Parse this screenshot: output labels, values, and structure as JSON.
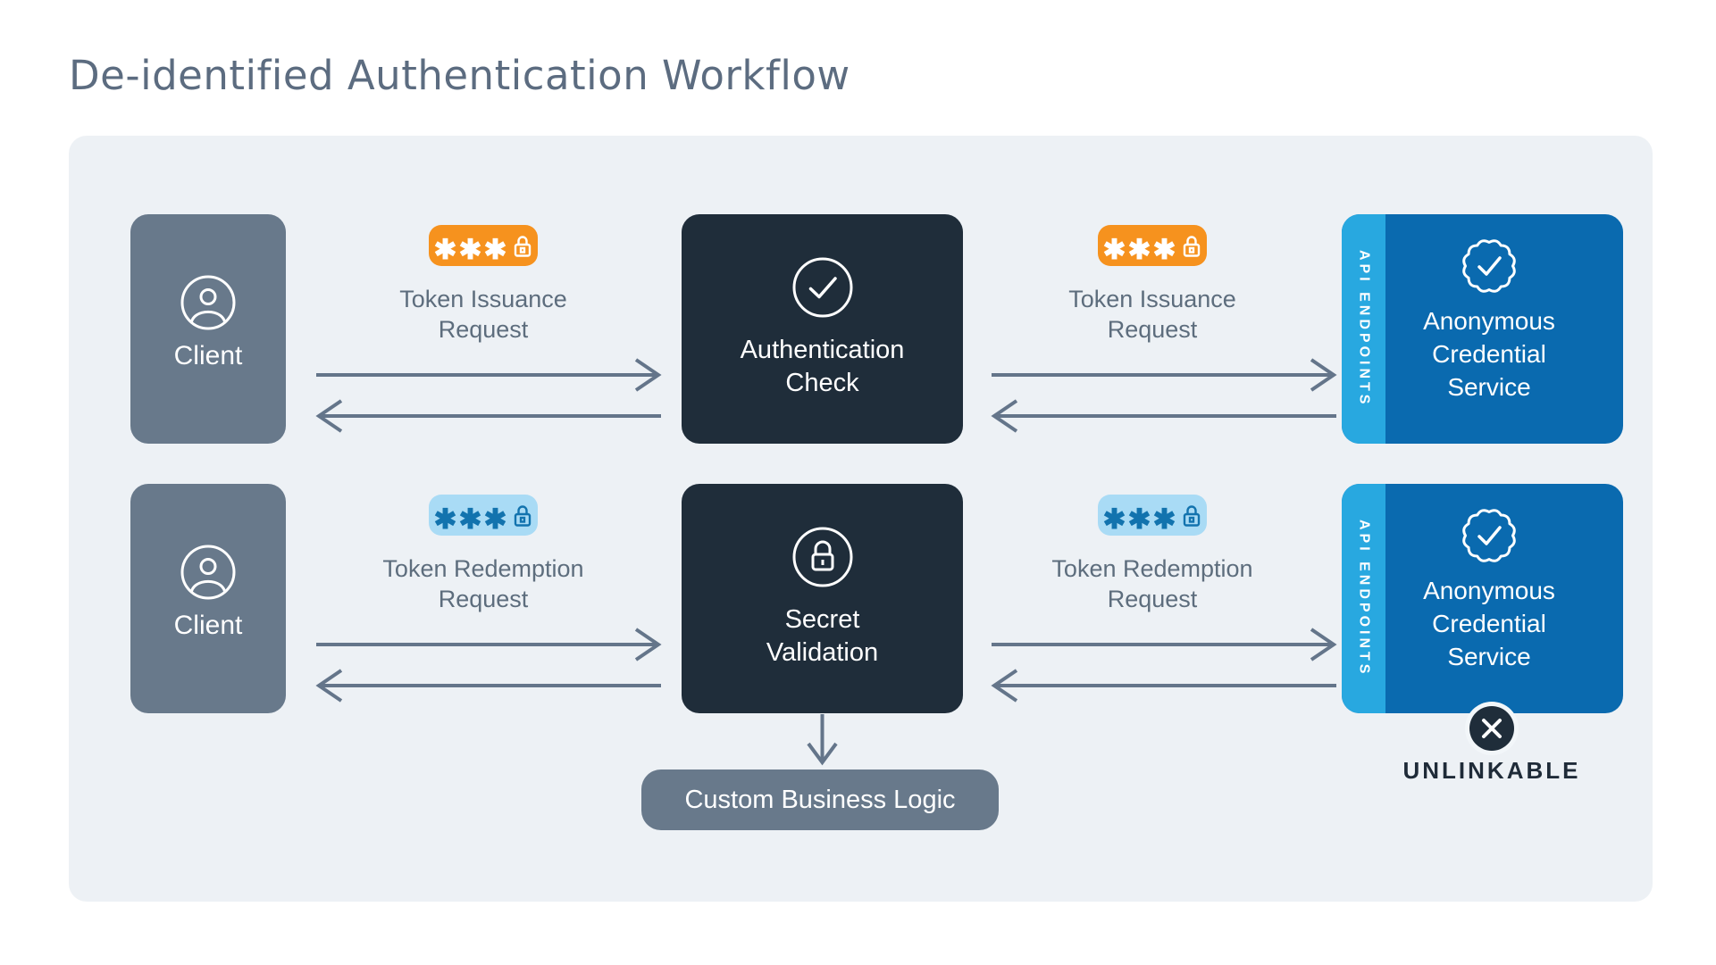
{
  "title": "De-identified Authentication Workflow",
  "colors": {
    "panel_background": "#EDF1F5",
    "client_gray": "#68798B",
    "processor_navy": "#1F2D3A",
    "service_blue": "#0A6AAF",
    "api_strip_cyan": "#28A8E0",
    "issuance_badge_orange": "#F6921E",
    "redemption_badge_lightblue": "#A9DBF5",
    "redemption_badge_glyph": "#1273AE",
    "arrow_slate": "#64758A",
    "label_slate": "#5D6D7D",
    "title_slate": "#5C6C80"
  },
  "rows": [
    {
      "client": {
        "label": "Client"
      },
      "request_left": {
        "line1": "Token Issuance",
        "line2": "Request",
        "badge_stars": "✱✱✱"
      },
      "processor": {
        "line1": "Authentication",
        "line2": "Check"
      },
      "request_right": {
        "line1": "Token Issuance",
        "line2": "Request",
        "badge_stars": "✱✱✱"
      },
      "service": {
        "strip": "API ENDPOINTS",
        "line1": "Anonymous",
        "line2": "Credential",
        "line3": "Service"
      }
    },
    {
      "client": {
        "label": "Client"
      },
      "request_left": {
        "line1": "Token Redemption",
        "line2": "Request",
        "badge_stars": "✱✱✱"
      },
      "processor": {
        "line1": "Secret",
        "line2": "Validation"
      },
      "request_right": {
        "line1": "Token Redemption",
        "line2": "Request",
        "badge_stars": "✱✱✱"
      },
      "service": {
        "strip": "API ENDPOINTS",
        "line1": "Anonymous",
        "line2": "Credential",
        "line3": "Service"
      }
    }
  ],
  "custom_business_logic": {
    "label": "Custom Business Logic"
  },
  "unlinkable": {
    "label": "UNLINKABLE"
  }
}
